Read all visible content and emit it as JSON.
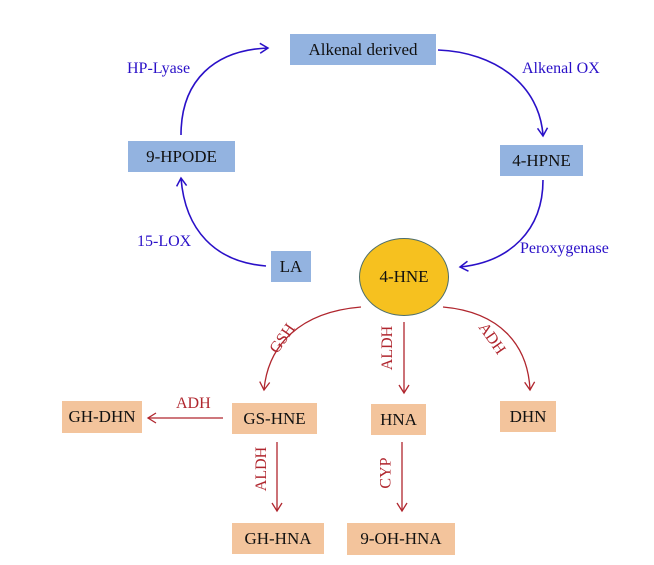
{
  "colors": {
    "upper_arrows": "#2a10c8",
    "lower_arrows": "#b0262e",
    "upper_nodes": "#93b3e0",
    "lower_nodes": "#f3c49c",
    "center_node": "#f6c11f"
  },
  "nodes": {
    "alkenal_derived": "Alkenal derived",
    "hpode": "9-HPODE",
    "hpne": "4-HPNE",
    "la": "LA",
    "hne": "4-HNE",
    "gh_dhn": "GH-DHN",
    "gs_hne": "GS-HNE",
    "hna": "HNA",
    "dhn": "DHN",
    "gh_hna": "GH-HNA",
    "oh_hna": "9-OH-HNA"
  },
  "enzymes": {
    "hp_lyase": "HP-Lyase",
    "alkenal_ox": "Alkenal OX",
    "lox15": "15-LOX",
    "peroxygenase": "Peroxygenase",
    "gsh": "GSH",
    "aldh_center": "ALDH",
    "adh_right": "ADH",
    "adh_left": "ADH",
    "aldh_left": "ALDH",
    "cyp": "CYP"
  }
}
